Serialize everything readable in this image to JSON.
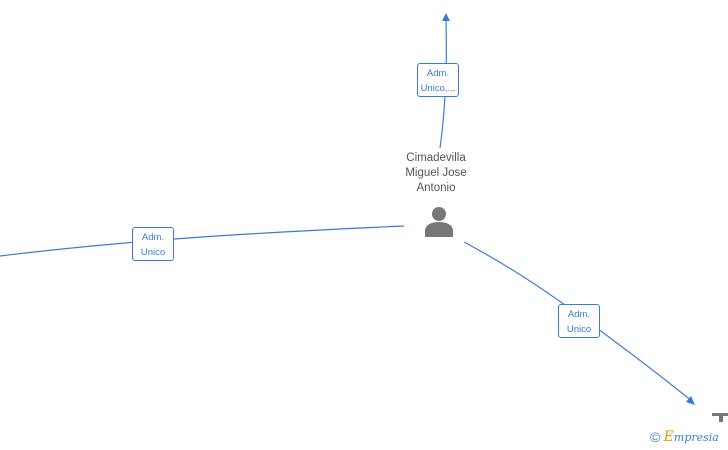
{
  "person": {
    "name_line1": "Cimadevilla",
    "name_line2": "Miguel Jose",
    "name_line3": "Antonio",
    "icon": "person-icon"
  },
  "relations": [
    {
      "line1": "Adm.",
      "line2": "Unico,..."
    },
    {
      "line1": "Adm.",
      "line2": "Unico"
    },
    {
      "line1": "Adm.",
      "line2": "Unico"
    }
  ],
  "watermark": {
    "symbol": "©",
    "first_letter": "E",
    "brand_rest": "mpresia"
  },
  "colors": {
    "edge": "#3a7bd5",
    "node_text": "#555555",
    "icon": "#777777",
    "brand_accent": "#f39200"
  }
}
